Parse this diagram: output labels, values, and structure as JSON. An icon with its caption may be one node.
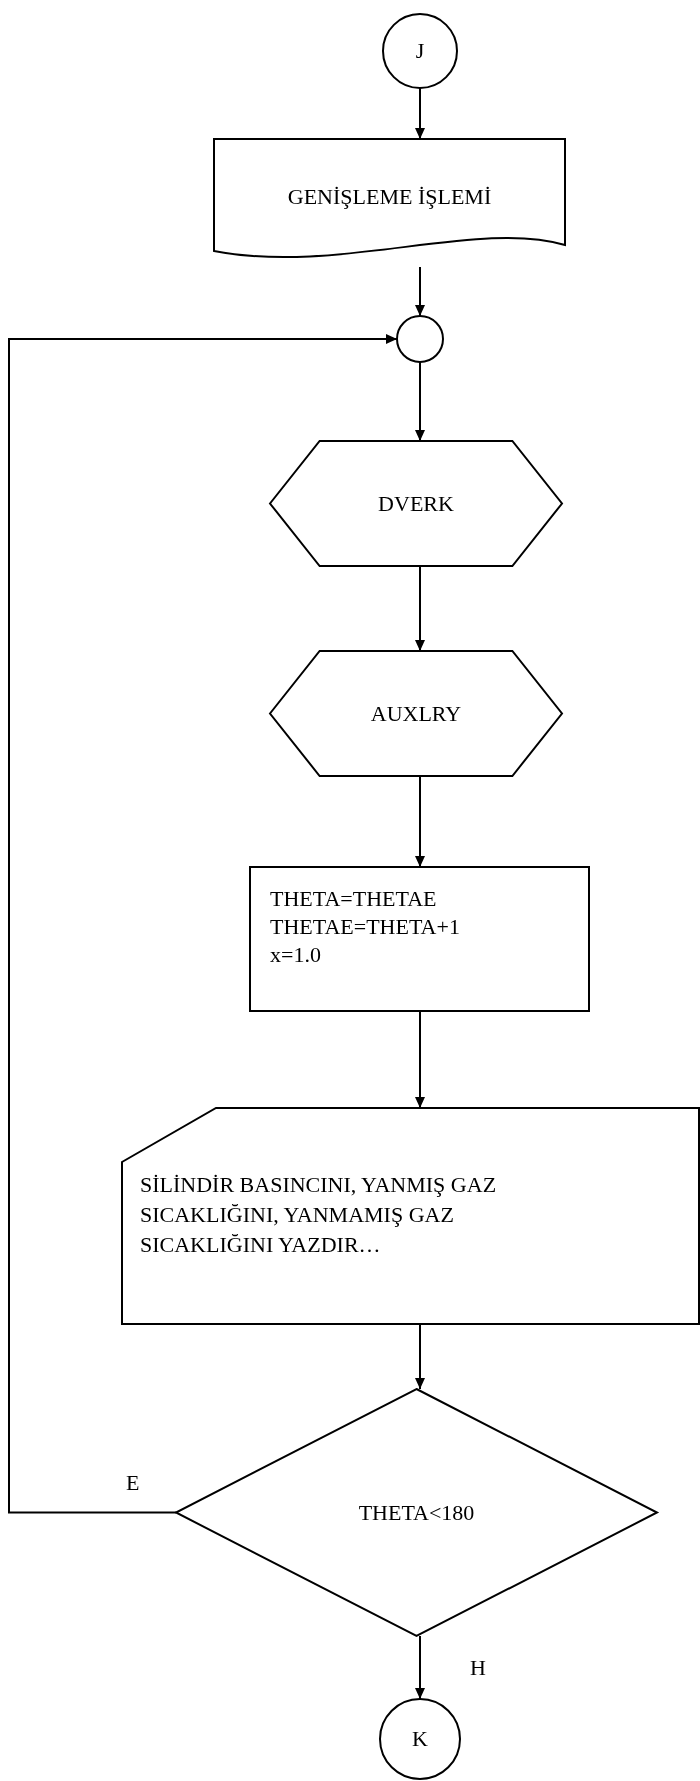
{
  "diagram": {
    "nodes": [
      {
        "text": [
          "J"
        ]
      },
      {
        "text": [
          "GENİŞLEME  İŞLEMİ"
        ]
      },
      {
        "text": [],
        "shape": "circle"
      },
      {
        "text": [
          "DVERK"
        ]
      },
      {
        "text": [
          "AUXLRY"
        ]
      },
      {
        "text": [
          "THETA=THETAE",
          "THETAE=THETA+1",
          "x=1.0"
        ]
      },
      {
        "text": [
          "SİLİNDİR BASINCINI, YANMIŞ GAZ SICAKLIĞINI, YANMAMIŞ GAZ SICAKLIĞINI YAZDIR…"
        ]
      },
      {
        "text": [
          "THETA<180"
        ]
      },
      {
        "text": [
          "K"
        ]
      }
    ],
    "edges": [
      {
        "from": 0,
        "to": 1,
        "arrow": "to"
      },
      {
        "from": 1,
        "to": 2,
        "arrow": "to"
      },
      {
        "from": 2,
        "to": 3,
        "arrow": "to"
      },
      {
        "from": 3,
        "to": 4,
        "arrow": "to"
      },
      {
        "from": 4,
        "to": 5,
        "arrow": "to"
      },
      {
        "from": 5,
        "to": 6,
        "arrow": "to"
      },
      {
        "from": 6,
        "to": 7,
        "arrow": "to"
      },
      {
        "from": 7,
        "to": 2,
        "label": "E",
        "arrow": "to"
      },
      {
        "from": 7,
        "to": 8,
        "label": "H",
        "arrow": "to"
      }
    ]
  }
}
